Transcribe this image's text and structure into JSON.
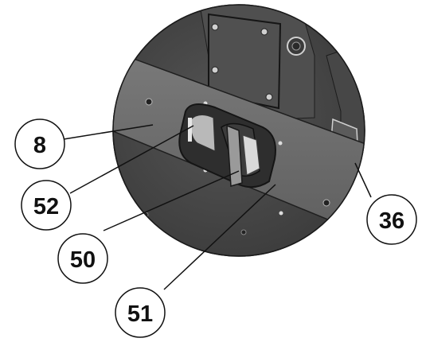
{
  "figure": {
    "type": "exploded-detail-view",
    "colors": {
      "circle_fill": "#4a4a4a",
      "rail_fill": "#6e6e6e",
      "panel_fill": "#5a5a5a",
      "callout_fill": "#ffffff",
      "callout_stroke": "#111111"
    }
  },
  "callouts": [
    {
      "id": "callout-8",
      "label": "8"
    },
    {
      "id": "callout-52",
      "label": "52"
    },
    {
      "id": "callout-50",
      "label": "50"
    },
    {
      "id": "callout-51",
      "label": "51"
    },
    {
      "id": "callout-36",
      "label": "36"
    }
  ]
}
